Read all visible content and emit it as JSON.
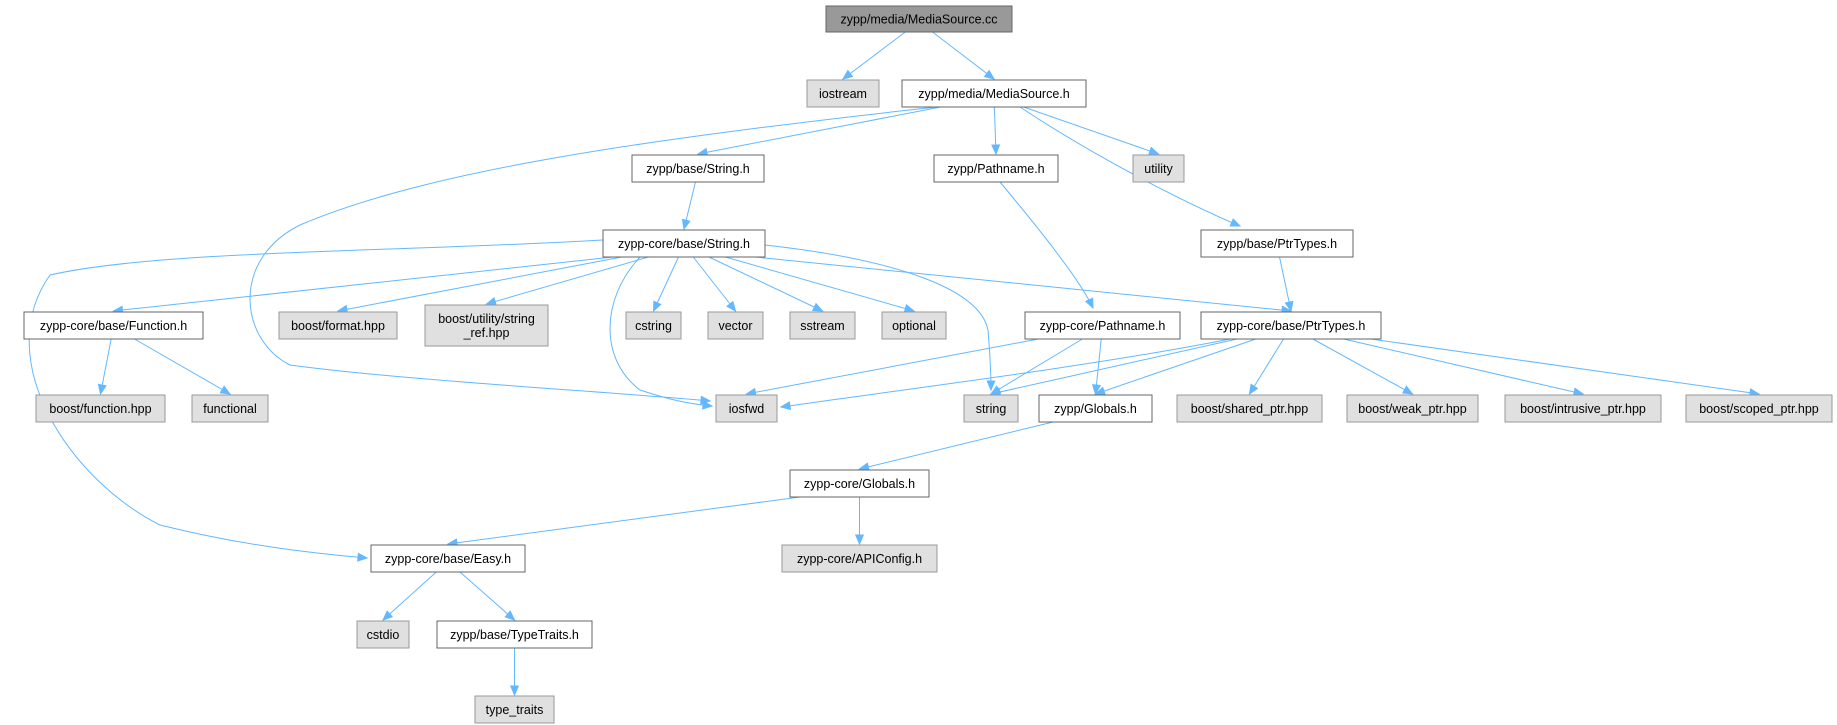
{
  "diagram": {
    "type": "include-dependency-graph",
    "colors": {
      "root_fill": "#999999",
      "root_stroke": "#666666",
      "file_fill": "#ffffff",
      "file_stroke": "#666666",
      "external_fill": "#e0e0e0",
      "external_stroke": "#999999",
      "edge": "#63b8ff"
    },
    "nodes": [
      {
        "id": "root",
        "kind": "root",
        "lines": [
          "zypp/media/MediaSource.cc"
        ]
      },
      {
        "id": "iostream",
        "kind": "external",
        "lines": [
          "iostream"
        ]
      },
      {
        "id": "mediasource_h",
        "kind": "file",
        "lines": [
          "zypp/media/MediaSource.h"
        ]
      },
      {
        "id": "base_string_h",
        "kind": "file",
        "lines": [
          "zypp/base/String.h"
        ]
      },
      {
        "id": "pathname_h",
        "kind": "file",
        "lines": [
          "zypp/Pathname.h"
        ]
      },
      {
        "id": "utility",
        "kind": "external",
        "lines": [
          "utility"
        ]
      },
      {
        "id": "base_ptrtypes_h",
        "kind": "file",
        "lines": [
          "zypp/base/PtrTypes.h"
        ]
      },
      {
        "id": "core_string_h",
        "kind": "file",
        "lines": [
          "zypp-core/base/String.h"
        ]
      },
      {
        "id": "core_function_h",
        "kind": "file",
        "lines": [
          "zypp-core/base/Function.h"
        ]
      },
      {
        "id": "boost_format",
        "kind": "external",
        "lines": [
          "boost/format.hpp"
        ]
      },
      {
        "id": "boost_string_ref",
        "kind": "external",
        "lines": [
          "boost/utility/string",
          "_ref.hpp"
        ]
      },
      {
        "id": "cstring",
        "kind": "external",
        "lines": [
          "cstring"
        ]
      },
      {
        "id": "vector",
        "kind": "external",
        "lines": [
          "vector"
        ]
      },
      {
        "id": "sstream",
        "kind": "external",
        "lines": [
          "sstream"
        ]
      },
      {
        "id": "optional",
        "kind": "external",
        "lines": [
          "optional"
        ]
      },
      {
        "id": "core_pathname_h",
        "kind": "file",
        "lines": [
          "zypp-core/Pathname.h"
        ]
      },
      {
        "id": "core_ptrtypes_h",
        "kind": "file",
        "lines": [
          "zypp-core/base/PtrTypes.h"
        ]
      },
      {
        "id": "boost_function",
        "kind": "external",
        "lines": [
          "boost/function.hpp"
        ]
      },
      {
        "id": "functional",
        "kind": "external",
        "lines": [
          "functional"
        ]
      },
      {
        "id": "iosfwd",
        "kind": "external",
        "lines": [
          "iosfwd"
        ]
      },
      {
        "id": "string",
        "kind": "external",
        "lines": [
          "string"
        ]
      },
      {
        "id": "globals_h",
        "kind": "file",
        "lines": [
          "zypp/Globals.h"
        ]
      },
      {
        "id": "boost_shared_ptr",
        "kind": "external",
        "lines": [
          "boost/shared_ptr.hpp"
        ]
      },
      {
        "id": "boost_weak_ptr",
        "kind": "external",
        "lines": [
          "boost/weak_ptr.hpp"
        ]
      },
      {
        "id": "boost_intrusive_ptr",
        "kind": "external",
        "lines": [
          "boost/intrusive_ptr.hpp"
        ]
      },
      {
        "id": "boost_scoped_ptr",
        "kind": "external",
        "lines": [
          "boost/scoped_ptr.hpp"
        ]
      },
      {
        "id": "core_globals_h",
        "kind": "file",
        "lines": [
          "zypp-core/Globals.h"
        ]
      },
      {
        "id": "core_easy_h",
        "kind": "file",
        "lines": [
          "zypp-core/base/Easy.h"
        ]
      },
      {
        "id": "apiconfig_h",
        "kind": "external",
        "lines": [
          "zypp-core/APIConfig.h"
        ]
      },
      {
        "id": "cstdio",
        "kind": "external",
        "lines": [
          "cstdio"
        ]
      },
      {
        "id": "typetraits_h",
        "kind": "file",
        "lines": [
          "zypp/base/TypeTraits.h"
        ]
      },
      {
        "id": "type_traits",
        "kind": "external",
        "lines": [
          "type_traits"
        ]
      }
    ],
    "edges": [
      {
        "from": "root",
        "to": "iostream"
      },
      {
        "from": "root",
        "to": "mediasource_h"
      },
      {
        "from": "mediasource_h",
        "to": "iosfwd"
      },
      {
        "from": "mediasource_h",
        "to": "base_string_h"
      },
      {
        "from": "mediasource_h",
        "to": "pathname_h"
      },
      {
        "from": "mediasource_h",
        "to": "utility"
      },
      {
        "from": "mediasource_h",
        "to": "base_ptrtypes_h"
      },
      {
        "from": "base_string_h",
        "to": "core_string_h"
      },
      {
        "from": "pathname_h",
        "to": "core_pathname_h"
      },
      {
        "from": "base_ptrtypes_h",
        "to": "core_ptrtypes_h"
      },
      {
        "from": "core_string_h",
        "to": "core_easy_h"
      },
      {
        "from": "core_string_h",
        "to": "core_function_h"
      },
      {
        "from": "core_string_h",
        "to": "boost_format"
      },
      {
        "from": "core_string_h",
        "to": "boost_string_ref"
      },
      {
        "from": "core_string_h",
        "to": "iosfwd"
      },
      {
        "from": "core_string_h",
        "to": "cstring"
      },
      {
        "from": "core_string_h",
        "to": "vector"
      },
      {
        "from": "core_string_h",
        "to": "sstream"
      },
      {
        "from": "core_string_h",
        "to": "optional"
      },
      {
        "from": "core_string_h",
        "to": "string"
      },
      {
        "from": "core_string_h",
        "to": "core_ptrtypes_h"
      },
      {
        "from": "core_function_h",
        "to": "boost_function"
      },
      {
        "from": "core_function_h",
        "to": "functional"
      },
      {
        "from": "core_pathname_h",
        "to": "iosfwd"
      },
      {
        "from": "core_pathname_h",
        "to": "string"
      },
      {
        "from": "core_pathname_h",
        "to": "globals_h"
      },
      {
        "from": "core_ptrtypes_h",
        "to": "iosfwd"
      },
      {
        "from": "core_ptrtypes_h",
        "to": "string"
      },
      {
        "from": "core_ptrtypes_h",
        "to": "globals_h"
      },
      {
        "from": "core_ptrtypes_h",
        "to": "boost_shared_ptr"
      },
      {
        "from": "core_ptrtypes_h",
        "to": "boost_weak_ptr"
      },
      {
        "from": "core_ptrtypes_h",
        "to": "boost_intrusive_ptr"
      },
      {
        "from": "core_ptrtypes_h",
        "to": "boost_scoped_ptr"
      },
      {
        "from": "globals_h",
        "to": "core_globals_h"
      },
      {
        "from": "core_globals_h",
        "to": "core_easy_h"
      },
      {
        "from": "core_globals_h",
        "to": "apiconfig_h"
      },
      {
        "from": "core_easy_h",
        "to": "cstdio"
      },
      {
        "from": "core_easy_h",
        "to": "typetraits_h"
      },
      {
        "from": "typetraits_h",
        "to": "type_traits"
      }
    ]
  }
}
